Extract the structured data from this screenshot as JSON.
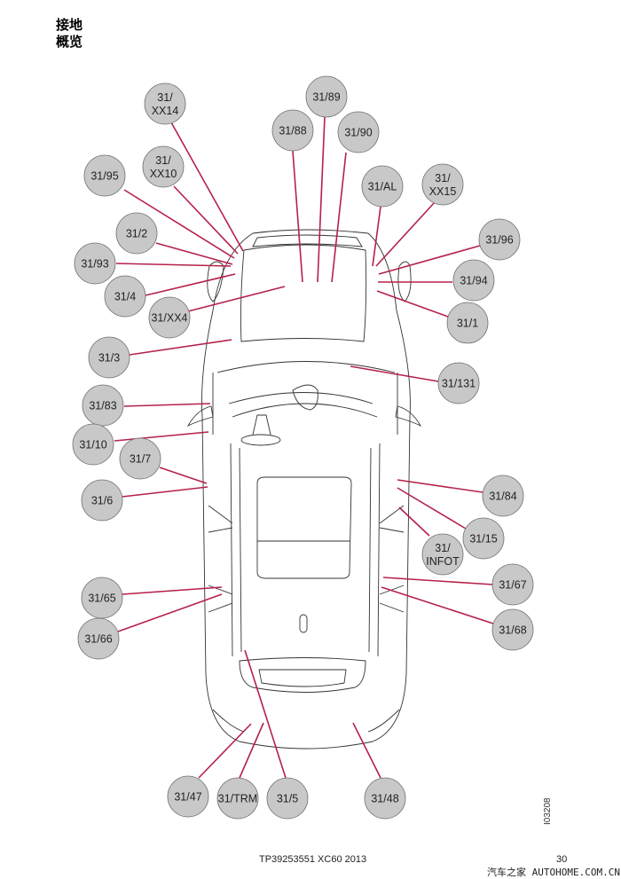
{
  "header": {
    "title_line1": "接地",
    "title_line2": "概览"
  },
  "colors": {
    "leader": "#b5214a",
    "callout_fill": "#c8c8c8",
    "callout_stroke": "#6e6e6e"
  },
  "callouts": [
    {
      "id": "31-xx14",
      "lines": [
        "31/",
        "XX14"
      ]
    },
    {
      "id": "31-89",
      "lines": [
        "31/89"
      ]
    },
    {
      "id": "31-88",
      "lines": [
        "31/88"
      ]
    },
    {
      "id": "31-90",
      "lines": [
        "31/90"
      ]
    },
    {
      "id": "31-xx10",
      "lines": [
        "31/",
        "XX10"
      ]
    },
    {
      "id": "31-95",
      "lines": [
        "31/95"
      ]
    },
    {
      "id": "31-al",
      "lines": [
        "31/AL"
      ]
    },
    {
      "id": "31-xx15",
      "lines": [
        "31/",
        "XX15"
      ]
    },
    {
      "id": "31-2",
      "lines": [
        "31/2"
      ]
    },
    {
      "id": "31-96",
      "lines": [
        "31/96"
      ]
    },
    {
      "id": "31-93",
      "lines": [
        "31/93"
      ]
    },
    {
      "id": "31-94",
      "lines": [
        "31/94"
      ]
    },
    {
      "id": "31-4",
      "lines": [
        "31/4"
      ]
    },
    {
      "id": "31-xx4",
      "lines": [
        "31/XX4"
      ]
    },
    {
      "id": "31-1",
      "lines": [
        "31/1"
      ]
    },
    {
      "id": "31-3",
      "lines": [
        "31/3"
      ]
    },
    {
      "id": "31-131",
      "lines": [
        "31/131"
      ]
    },
    {
      "id": "31-83",
      "lines": [
        "31/83"
      ]
    },
    {
      "id": "31-10",
      "lines": [
        "31/10"
      ]
    },
    {
      "id": "31-7",
      "lines": [
        "31/7"
      ]
    },
    {
      "id": "31-84",
      "lines": [
        "31/84"
      ]
    },
    {
      "id": "31-6",
      "lines": [
        "31/6"
      ]
    },
    {
      "id": "31-15",
      "lines": [
        "31/15"
      ]
    },
    {
      "id": "31-infot",
      "lines": [
        "31/",
        "INFOT"
      ]
    },
    {
      "id": "31-67",
      "lines": [
        "31/67"
      ]
    },
    {
      "id": "31-65",
      "lines": [
        "31/65"
      ]
    },
    {
      "id": "31-68",
      "lines": [
        "31/68"
      ]
    },
    {
      "id": "31-66",
      "lines": [
        "31/66"
      ]
    },
    {
      "id": "31-47",
      "lines": [
        "31/47"
      ]
    },
    {
      "id": "31-trm",
      "lines": [
        "31/TRM"
      ]
    },
    {
      "id": "31-5",
      "lines": [
        "31/5"
      ]
    },
    {
      "id": "31-48",
      "lines": [
        "31/48"
      ]
    }
  ],
  "footer": {
    "doc_ref": "TP39253551 XC60 2013",
    "page_number": "30",
    "image_id": "I03208",
    "watermark": "汽车之家 AUTOHOME.COM.CN"
  }
}
